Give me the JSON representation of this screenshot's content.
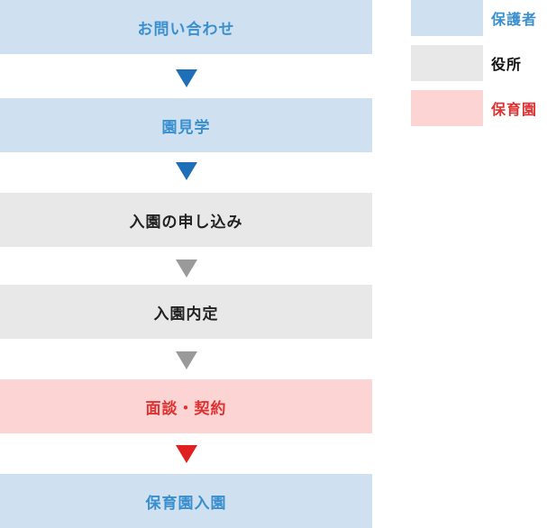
{
  "flow": {
    "steps": [
      {
        "label": "お問い合わせ",
        "category": "guardian"
      },
      {
        "label": "園見学",
        "category": "guardian"
      },
      {
        "label": "入園の申し込み",
        "category": "office"
      },
      {
        "label": "入園内定",
        "category": "office"
      },
      {
        "label": "面談・契約",
        "category": "nursery"
      },
      {
        "label": "保育園入園",
        "category": "guardian"
      }
    ]
  },
  "legend": {
    "items": [
      {
        "label": "保護者",
        "category": "guardian"
      },
      {
        "label": "役所",
        "category": "office"
      },
      {
        "label": "保育園",
        "category": "nursery"
      }
    ]
  },
  "colors": {
    "guardian_bg": "#cfe0f1",
    "guardian_text": "#3a8fcf",
    "guardian_arrow": "#1f6fb8",
    "office_bg": "#e8e8e8",
    "office_text": "#222222",
    "office_arrow": "#9a9a9a",
    "nursery_bg": "#fcd4d4",
    "nursery_text": "#e03030",
    "nursery_arrow": "#e02020"
  }
}
